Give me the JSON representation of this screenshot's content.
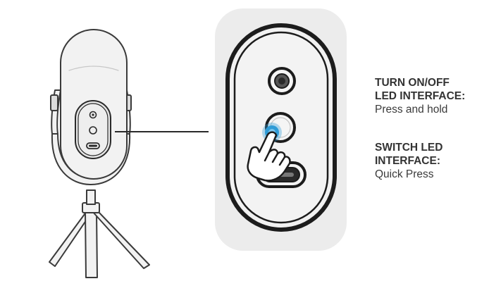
{
  "instructions": [
    {
      "title_line1": "TURN ON/OFF",
      "title_line2": "LED INTERFACE:",
      "description": "Press and hold"
    },
    {
      "title_line1": "SWITCH LED",
      "title_line2": "INTERFACE:",
      "description": "Quick Press"
    }
  ],
  "icons": {
    "microphone": "microphone-on-tripod",
    "button": "led-button",
    "finger": "pointing-finger-icon"
  },
  "colors": {
    "panel_fill": "#ececec",
    "body_fill": "#f1f1f1",
    "outline": "#1c1c1c",
    "highlight": "#2e9bd6",
    "text": "#333333"
  }
}
